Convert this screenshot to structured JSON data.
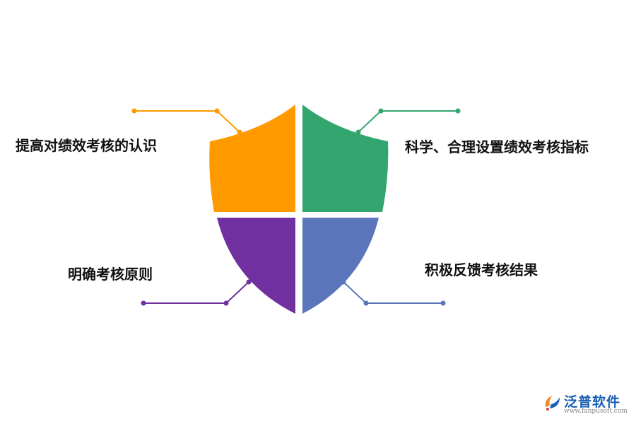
{
  "items": {
    "top_left": {
      "text": "提高对绩效考核的认识",
      "color": "#FF9900"
    },
    "top_right": {
      "text": "科学、合理设置绩效考核指标",
      "color": "#33A56E"
    },
    "bottom_left": {
      "text": "明确考核原则",
      "color": "#7030A0"
    },
    "bottom_right": {
      "text": "积极反馈考核结果",
      "color": "#5B75BA"
    }
  },
  "logo": {
    "name": "泛普软件",
    "url": "www.fanpusoft.com",
    "icon": "fanpu-logo-icon"
  }
}
